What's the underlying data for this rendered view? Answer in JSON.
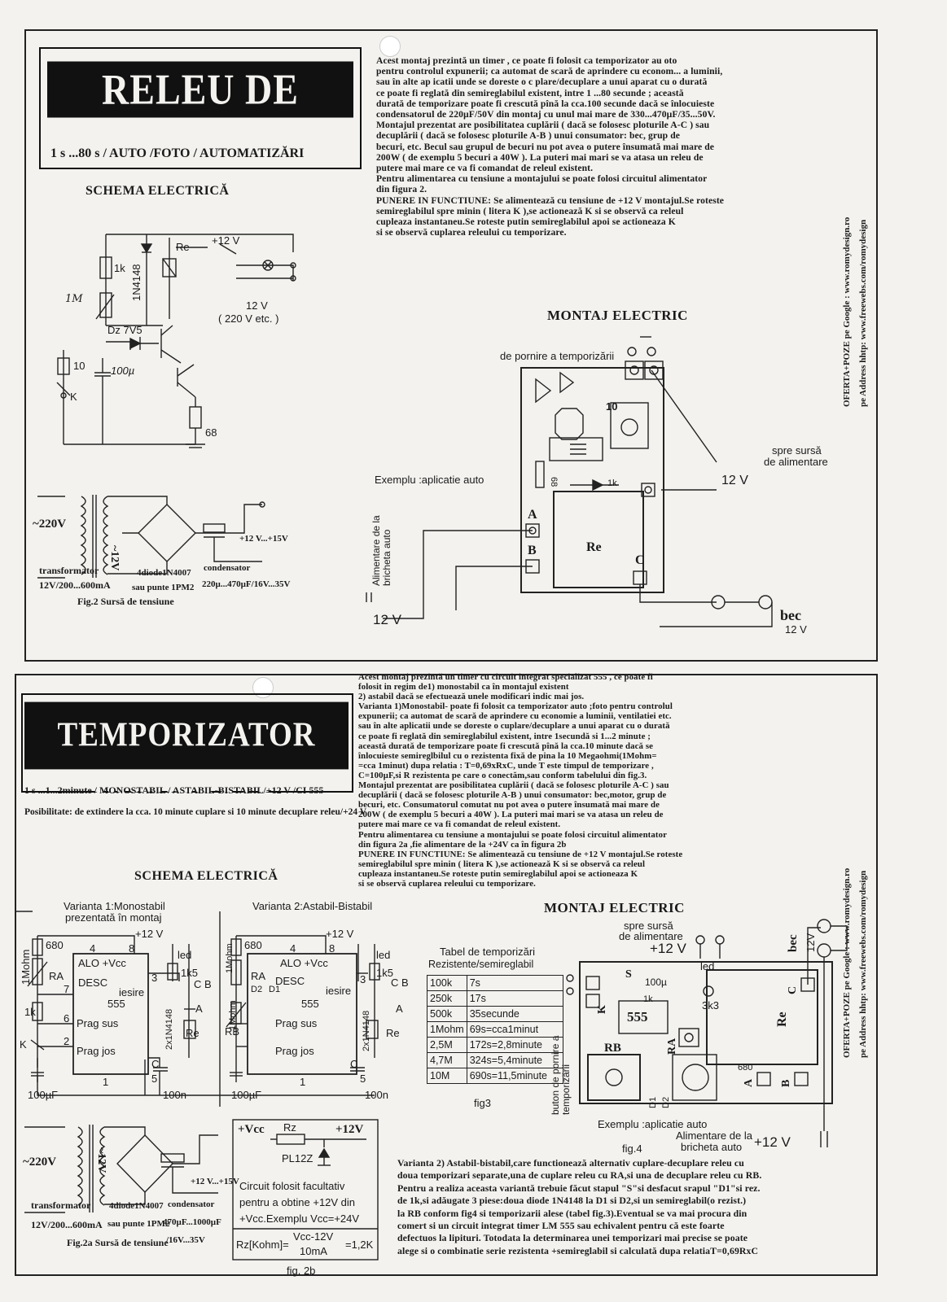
{
  "top": {
    "title": "RELEU DE TIMP-12V",
    "subtitle": "1 s ...80 s / AUTO /FOTO / AUTOMATIZĂRI",
    "schema_heading": "SCHEMA ELECTRICĂ",
    "montaj_heading": "MONTAJ ELECTRIC",
    "description": [
      "Acest montaj prezintă un timer , ce poate fi folosit ca temporizator au   oto",
      "pentru controlul expunerii; ca automat de scară de aprindere cu econom...  a luminii,",
      "sau în alte ap  icatii unde se doreste o c  plare/decuplare a unui aparat cu o durată",
      "ce poate fi reglată din semireglabilul existent, intre 1 ...80 secunde ; această",
      "durată  de temporizare poate fi crescută pînă la cca.100 secunde dacă se înlocuieste",
      "condensatorul de 220µF/50V din montaj cu unul mai mare de 330...470µF/35...50V.",
      "Montajul prezentat are posibilitatea cuplării ( dacă se folosesc ploturile A-C )  sau",
      "decuplării ( dacă se folosesc ploturile A-B ) unui consumator:  bec, grup de",
      "becuri, etc. Becul sau grupul de becuri nu pot avea o putere însumată mai mare de",
      "200W ( de exemplu 5 becuri a 40W ). La puteri mai mari se va atasa un  releu de",
      "putere mai mare  ce va fi comandat de releul existent.",
      "Pentru alimentarea cu tensiune a montajului se poate folosi circuitul alimentator",
      "din figura 2.",
      "PUNERE IN FUNCTIUNE: Se alimentează cu tensiune de +12 V montajul.Se roteste",
      " semireglabilul  spre minin ( litera K ),se actionează K si se observă ca releul",
      " cupleaza instantaneu.Se roteste putin  semireglabilul apoi se actioneaza K",
      "si se observă cuplarea releului cu temporizare."
    ],
    "schematic_labels": {
      "r1k": "1k",
      "diode": "1N4148",
      "re": "Re",
      "plus12": "+12 V",
      "v12": "12 V",
      "v220": "( 220 V etc. )",
      "pot": "1M",
      "zener": "Dz 7V5",
      "r10": "10",
      "cap": "100µ",
      "k": "K",
      "r68": "68"
    },
    "psu_labels": {
      "ac": "~220V",
      "v12": "~12V",
      "out": "+12 V...+15V",
      "transformer": "transformator",
      "transformer_spec": "12V/200...600mA",
      "diodes": "4diode1N4007",
      "bridge": "sau punte 1PM2",
      "cond": "condensator",
      "cond_spec": "220µ...470µF/16V...35V",
      "fig": "Fig.2 Sursă de tensiune"
    },
    "montaj_labels": {
      "pornire": "de pornire a temporizării",
      "sursa1": "spre sursă",
      "sursa2": "de alimentare",
      "v12": "12 V",
      "exemplu": "Exemplu :aplicatie auto",
      "bricheta": "Alimentare de la bricheta auto",
      "v12b": "12 V",
      "re": "Re",
      "a": "A",
      "b": "B",
      "c": "C",
      "bec": "bec",
      "bec_v": "12 V",
      "ten": "10",
      "one_k": "1k",
      "sixty_eight": "68"
    },
    "side": [
      "OFERTA+POZE pe Google :  www.romydesign.ro",
      "pe Address hhtp:  www.freewebs.com/romydesign"
    ]
  },
  "bottom": {
    "title": "TEMPORIZATOR UNIVERSAL",
    "subtitle": "1 s ...1...2minute / MONOSTABIL / ASTABIL-BISTABIL/+12 V /CI 555",
    "possibility": "Posibilitate: de extindere la cca. 10 minute cuplare si 10 minute decuplare releu/+24 V",
    "schema_heading": "SCHEMA ELECTRICĂ",
    "montaj_heading": "MONTAJ ELECTRIC",
    "description": [
      "Acest montaj prezintă un timer cu circuit integrat specializat 555 , ce poate fi",
      "folosit in regim de1) monostabil ca în montajul existent",
      "                    2) astabil dacă se efectuează unele modificari indic   mai jos.",
      "Varianta 1)Monostabil- poate fi folosit ca temporizator auto ;foto  pentru controlul",
      "expunerii; ca automat de scară de aprindere cu economie  a luminii, ventilatiei etc.",
      "sau în alte aplicatii unde se doreste o cuplare/decuplare a unui aparat cu o durată",
      "ce poate fi reglată din semireglabilul existent, intre 1secundă si 1...2 minute ;",
      " această durată  de temporizare poate fi crescută pînă la cca.10 minute  dacă se",
      "înlocuieste semireglbilul cu o rezistenta fixă de pina la 10 Megaohmi(1Mohm=",
      "=cca 1minut) dupa relatia : T=0,69xRxC, unde T este timpul de temporizare ,",
      "C=100µF,si R rezistenta pe care o conectăm,sau conform tabelului din fig.3.",
      "Montajul prezentat are posibilitatea cuplării ( dacă se folosesc ploturile A-C )  sau",
      "decuplării ( dacă se folosesc ploturile A-B ) unui consumator:  bec,motor, grup de",
      "becuri, etc. Consumatorul comutat  nu pot avea o putere însumată mai mare de",
      "200W ( de exemplu 5 becuri a 40W ). La puteri mai mari se va atasa un  releu de",
      "putere mai mare  ce va fi comandat de releul existent.",
      "Pentru alimentarea cu tensiune a montajului se poate folosi circuitul alimentator",
      "din figura 2a ,fie alimentare de la +24V ca în figura 2b",
      "PUNERE IN FUNCTIUNE: Se alimentează cu tensiune de +12 V montajul.Se roteste",
      " semireglabilul  spre minin ( litera K ),se actionează K si se observă ca releul",
      " cupleaza instantaneu.Se roteste putin  semireglabilul apoi se actioneaza K",
      "si se observă cuplarea releului cu temporizare."
    ],
    "variant1_title1": "Varianta 1:Monostabil",
    "variant1_title2": "prezentată în montaj",
    "variant2_title": "Varianta 2:Astabil-Bistabil",
    "ic_labels": {
      "r680": "680",
      "pot": "1Mohm",
      "ra": "RA",
      "r1k": "1k",
      "k": "K",
      "alo": "ALO +Vcc",
      "desc": "DESC",
      "ic": "555",
      "prag_sus": "Prag sus",
      "prag_jos": "Prag jos",
      "iesire": "iesire",
      "plus12": "+12 V",
      "led": "led",
      "r1k5": "1k5",
      "diode": "2x1N4148",
      "re": "Re",
      "cb": "C B",
      "a": "A",
      "c": "C",
      "cap100u": "100µF",
      "cap100n": "100n",
      "rb": "RB",
      "d1": "D1",
      "d2": "D2",
      "pin4": "4",
      "pin8": "8",
      "pin7": "7",
      "pin6": "6",
      "pin2": "2",
      "pin3": "3",
      "pin5": "5",
      "pin1": "1"
    },
    "table_title1": "Tabel de temporizări",
    "table_title2": "Rezistente/semireglabil",
    "table_rows": [
      [
        "100k",
        "7s"
      ],
      [
        "250k",
        "17s"
      ],
      [
        "500k",
        "35secunde"
      ],
      [
        "1Mohm",
        "69s=cca1minut"
      ],
      [
        "2,5M",
        "172s=2,8minute"
      ],
      [
        "4,7M",
        "324s=5,4minute"
      ],
      [
        "10M",
        "690s=11,5minute"
      ]
    ],
    "fig3": "fig3",
    "buton": "buton de pornire a temporizării",
    "psu_labels": {
      "ac": "~220V",
      "v12": "~12V",
      "out": "+12 V...+15V",
      "transformer": "transformator",
      "transformer_spec": "12V/200...600mA",
      "diodes": "4diode1N4007",
      "bridge": "sau punte 1PM2",
      "cond": "condensator",
      "cond_spec": "470µF...1000µF",
      "cond_spec2": "/16V...35V",
      "fig": "Fig.2a Sursă de tensiune"
    },
    "fig2b": {
      "vcc": "+Vcc",
      "rz": "Rz",
      "out": "+12V",
      "zener": "PL12Z",
      "line1": "Circuit folosit facultativ",
      "line2": "pentru a obtine +12V din",
      "line3": "+Vcc.Exemplu Vcc=+24V",
      "formula_left": "Rz[Kohm]=",
      "formula_num": "Vcc-12V",
      "formula_den": "10mA",
      "formula_right": "=1,2K",
      "caption": "fig. 2b"
    },
    "montaj_labels": {
      "sursa1": "spre sursă",
      "sursa2": "de alimentare",
      "v12": "+12 V",
      "bec": "bec",
      "bec_v": "12V",
      "s": "S",
      "cap": "100µ",
      "led": "led",
      "k1": "1k",
      "r3k3": "3k3",
      "ic": "555",
      "re": "Re",
      "rb": "RB",
      "ra": "RA",
      "k": "K",
      "r680": "680",
      "a": "A",
      "b": "B",
      "c": "C",
      "d1": "D1",
      "d2": "D2",
      "exemplu": "Exemplu :aplicatie auto",
      "alim1": "Alimentare de la",
      "alim2": "bricheta auto",
      "v12b": "+12 V",
      "fig4": "fig.4"
    },
    "variant2_text": [
      "Varianta 2) Astabil-bistabil,care functionează alternativ cuplare-decuplare releu cu",
      "doua temporizari separate,una de cuplare releu cu RA,si una de decuplare releu cu RB.",
      "Pentru a realiza aceasta variantă trebuie făcut stapul \"S\"si desfacut srapul \"D1\"si rez.",
      "de 1k,si adăugate 3 piese:doua diode 1N4148 la D1 si D2,si un semireglabil(o rezist.)",
      " la RB conform fig4 si temporizarii alese (tabel fig.3).Eventual se va mai procura din",
      "comert si un circuit integrat timer LM 555 sau echivalent pentru că este foarte",
      "defectuos la lipituri. Totodata la determinarea unei temporizari mai precise se poate",
      "alege si o combinatie serie rezistenta +semireglabil si calculată dupa relatiaT=0,69RxC"
    ],
    "side": [
      "OFERTA+POZE pe Google :  www.romydesign.ro",
      "pe Address hhtp:  www.freewebs.com/romydesign"
    ]
  }
}
